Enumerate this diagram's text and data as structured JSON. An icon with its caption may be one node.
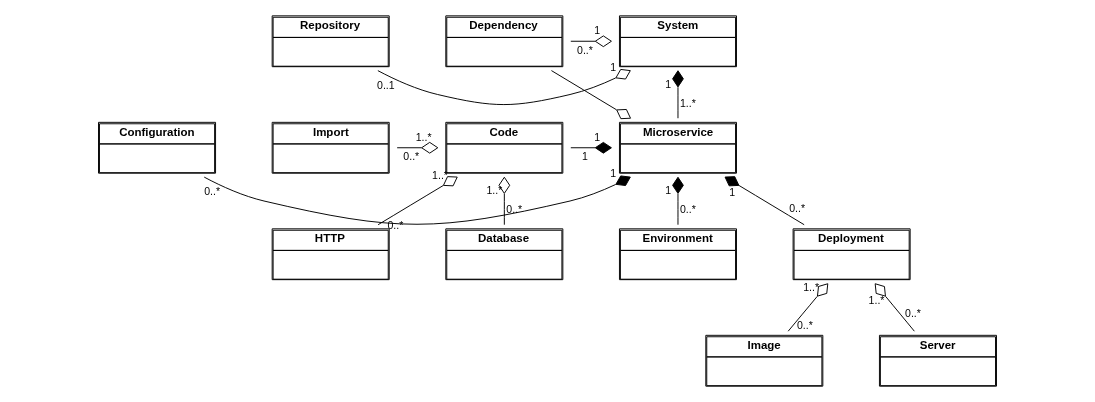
{
  "diagram": {
    "nodes": [
      {
        "text": [
          "Dependency"
        ]
      },
      {
        "text": [
          "System"
        ]
      },
      {
        "text": [
          "Repository"
        ]
      },
      {
        "text": [
          "Configuration"
        ]
      },
      {
        "text": [
          "Microservice"
        ]
      },
      {
        "text": [
          "Code"
        ]
      },
      {
        "text": [
          "Import"
        ]
      },
      {
        "text": [
          "Environment"
        ]
      },
      {
        "text": [
          "Deployment"
        ]
      },
      {
        "text": [
          "HTTP"
        ]
      },
      {
        "text": [
          "Database"
        ]
      },
      {
        "text": [
          "Image"
        ]
      },
      {
        "text": [
          "Server"
        ]
      }
    ],
    "edges": [
      {
        "from": 0,
        "to": 1,
        "arrow": "other"
      },
      {
        "from": 2,
        "to": 1,
        "arrow": "other"
      },
      {
        "from": 4,
        "to": 1,
        "arrow": "other"
      },
      {
        "from": 0,
        "to": 4,
        "arrow": "other"
      },
      {
        "from": 3,
        "to": 4,
        "arrow": "other"
      },
      {
        "from": 5,
        "to": 4,
        "arrow": "other"
      },
      {
        "from": 6,
        "to": 5,
        "arrow": "other"
      },
      {
        "from": 7,
        "to": 4,
        "arrow": "other"
      },
      {
        "from": 8,
        "to": 4,
        "arrow": "other"
      },
      {
        "from": 9,
        "to": 5,
        "arrow": "other"
      },
      {
        "from": 10,
        "to": 5,
        "arrow": "other"
      },
      {
        "from": 11,
        "to": 8,
        "arrow": "other"
      },
      {
        "from": 12,
        "to": 8,
        "arrow": "other"
      }
    ],
    "labels": [
      "0..*",
      "1",
      "1",
      "0..1",
      "1",
      "1..*",
      "0..*",
      "1",
      "1",
      "1..*",
      "0..*",
      "1",
      "1",
      "1",
      "0..*",
      "1..*",
      "1..*",
      "0..*",
      "0..*",
      "0..*",
      "1..*",
      "1..*",
      "0..*",
      "0..*"
    ]
  }
}
